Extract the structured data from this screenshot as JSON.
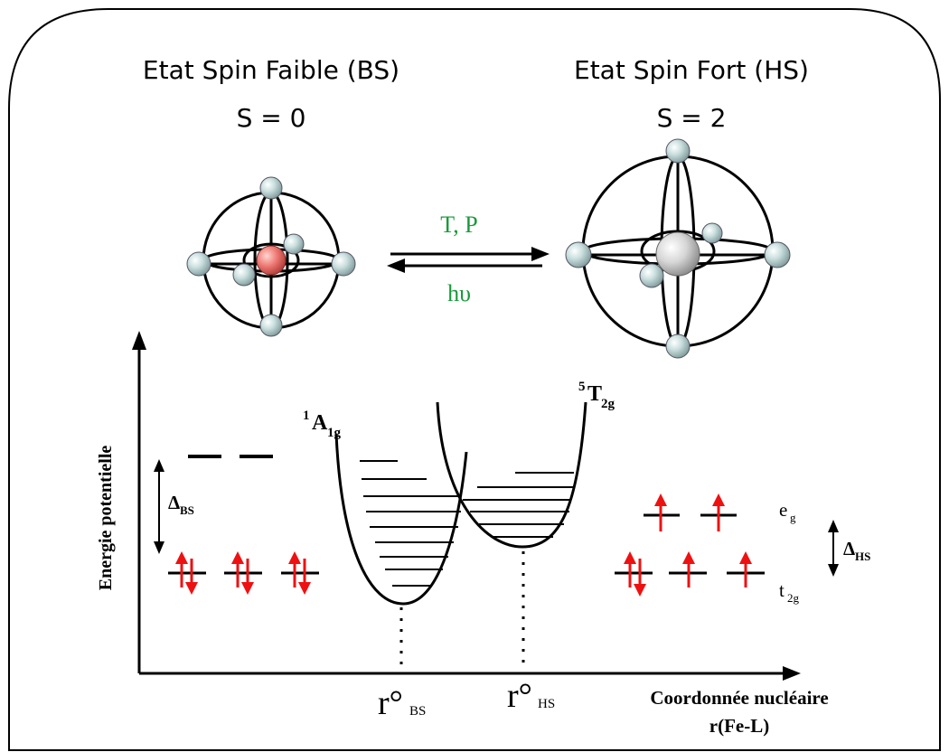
{
  "ls": {
    "title": "Etat Spin Faible (BS)",
    "spin": "S = 0"
  },
  "hs": {
    "title": "Etat Spin Fort (HS)",
    "spin": "S = 2"
  },
  "conditions": {
    "forward": "T, P",
    "reverse": "hυ"
  },
  "axes": {
    "y_label": "Energie potentielle",
    "x_label_line1": "Coordonnée nucléaire",
    "x_label_line2": "r(Fe-L)"
  },
  "curves": {
    "ls_state": {
      "sup": "1",
      "main": "A",
      "sub": "1g"
    },
    "hs_state": {
      "sup": "5",
      "main": "T",
      "sub": "2g"
    }
  },
  "positions": {
    "r_bs": {
      "main": "r°",
      "sub": "BS"
    },
    "r_hs": {
      "main": "r°",
      "sub": "HS"
    }
  },
  "levels": {
    "delta_bs": {
      "main": "Δ",
      "sub": "BS"
    },
    "delta_hs": {
      "main": "Δ",
      "sub": "HS"
    },
    "eg": {
      "main": "e",
      "sub": "g"
    },
    "t2g": {
      "main": "t",
      "sub": "2g"
    }
  },
  "colors": {
    "arrow_red": "#ee1111",
    "text_green": "#1a9a3a",
    "ls_metal": "#e8736f",
    "hs_metal": "#c8c8c8",
    "ligand": "#bcd3d3"
  }
}
